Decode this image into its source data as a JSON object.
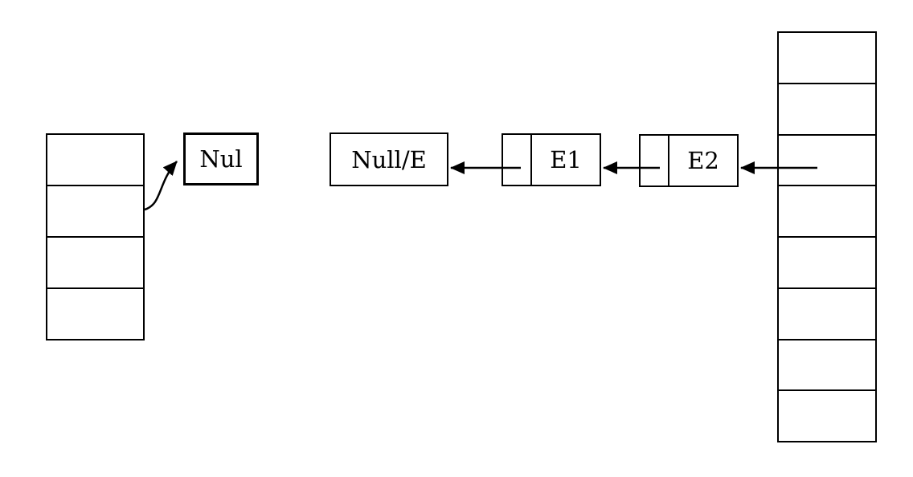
{
  "diagram": {
    "title": "hash-table-with-chained-list-diagram",
    "background_color": "#ffffff",
    "stroke_color": "#000000",
    "left_array": {
      "rows": 4
    },
    "right_array": {
      "rows": 8
    },
    "nul_box": {
      "label": "Nul"
    },
    "null_e_box": {
      "label": "Null/E"
    },
    "node_e1": {
      "label": "E1"
    },
    "node_e2": {
      "label": "E2"
    },
    "arrows": [
      {
        "name": "curved-arrow-left-array-to-nul"
      },
      {
        "name": "arrow-e1-to-null-e"
      },
      {
        "name": "arrow-e2-to-e1"
      },
      {
        "name": "arrow-right-array-to-e2"
      }
    ]
  }
}
